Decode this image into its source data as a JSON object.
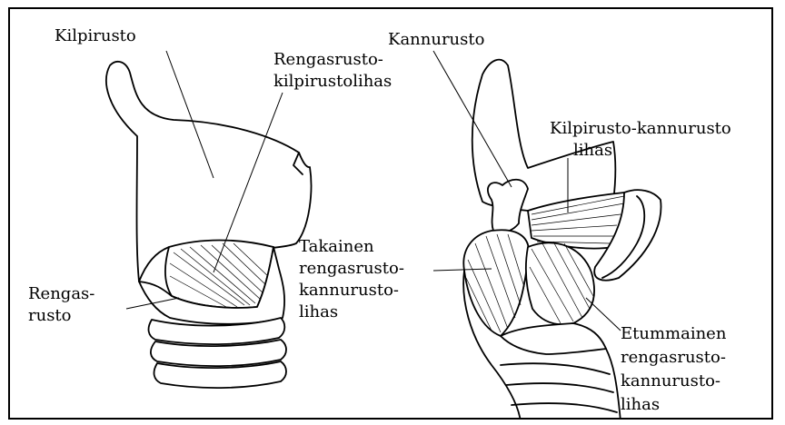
{
  "labels": {
    "kilpirusto": "Kilpirusto",
    "rengasrusto_kilpirustolihas_1": "Rengasrusto-",
    "rengasrusto_kilpirustolihas_2": "kilpirustolihas",
    "rengasrusto_1": "Rengas-",
    "rengasrusto_2": "rusto",
    "kannurusto": "Kannurusto",
    "kilpirusto_kannurustolihas_1": "Kilpirusto-kannurusto",
    "kilpirusto_kannurustolihas_2": "lihas",
    "takainen_1": "Takainen",
    "takainen_2": "rengasrusto-",
    "takainen_3": "kannurusto-",
    "takainen_4": "lihas",
    "etummainen_1": "Etummainen",
    "etummainen_2": "rengasrusto-",
    "etummainen_3": "kannurusto-",
    "etummainen_4": "lihas"
  },
  "colors": {
    "ink": "#000000",
    "background": "#ffffff"
  }
}
